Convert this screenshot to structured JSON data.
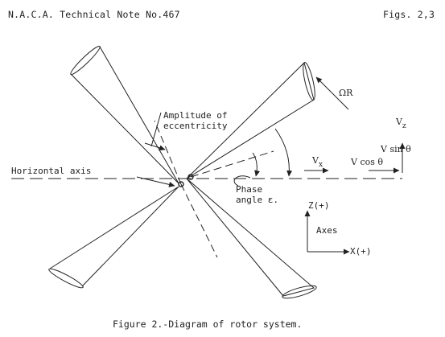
{
  "header": {
    "left": "N.A.C.A. Technical Note No.467",
    "right": "Figs. 2,3"
  },
  "labels": {
    "amplitude_line1": "Amplitude of",
    "amplitude_line2": "eccentricity",
    "horizontal_axis": "Horizontal axis",
    "phase_line1": "Phase",
    "phase_line2": "angle ε.",
    "omega_r": "ΩR",
    "vz": "V",
    "vz_sub": "z",
    "v_sin": "V sin θ",
    "vx": "V",
    "vx_sub": "x",
    "v_cos": "V cos θ",
    "z_axis": "Z(+)",
    "axes": "Axes",
    "x_axis": "X(+)"
  },
  "caption": "Figure 2.-Diagram of rotor system."
}
